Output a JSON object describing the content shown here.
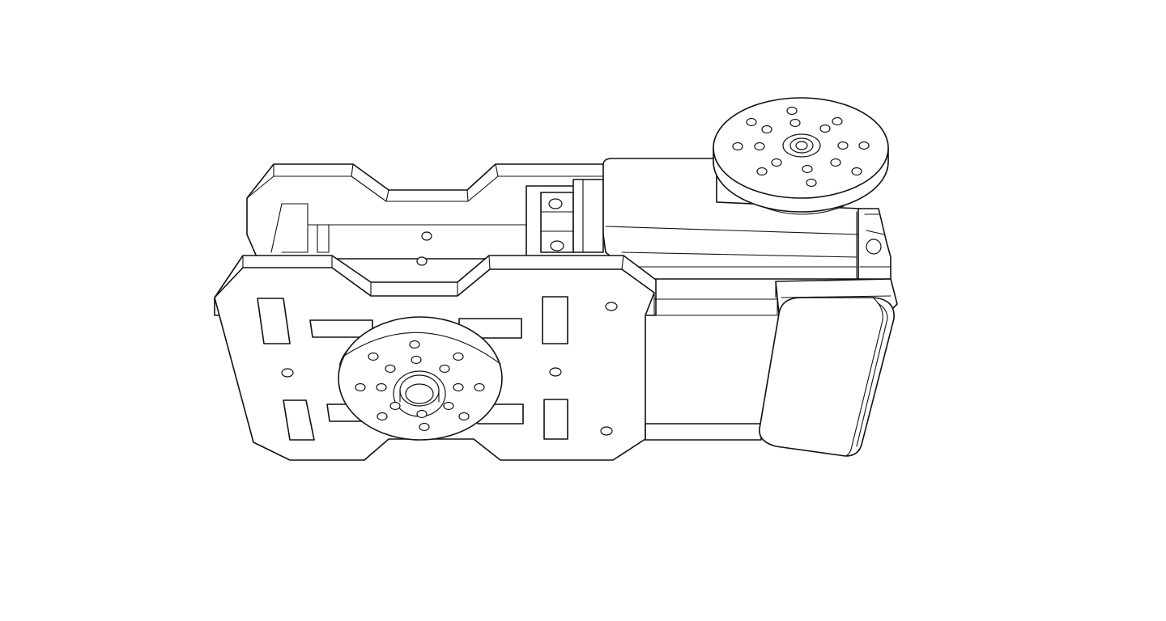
{
  "drawing": {
    "style": "line-art",
    "background_color": "#ffffff",
    "line_color": "#111111",
    "parts": [
      {
        "name": "back-bracket-plate"
      },
      {
        "name": "front-bracket-plate"
      },
      {
        "name": "servo-motor-body"
      },
      {
        "name": "top-servo-horn",
        "hole_count": 16
      },
      {
        "name": "front-servo-horn",
        "hole_count": 16
      },
      {
        "name": "battery-housing"
      },
      {
        "name": "rear-clamp-block"
      }
    ]
  }
}
